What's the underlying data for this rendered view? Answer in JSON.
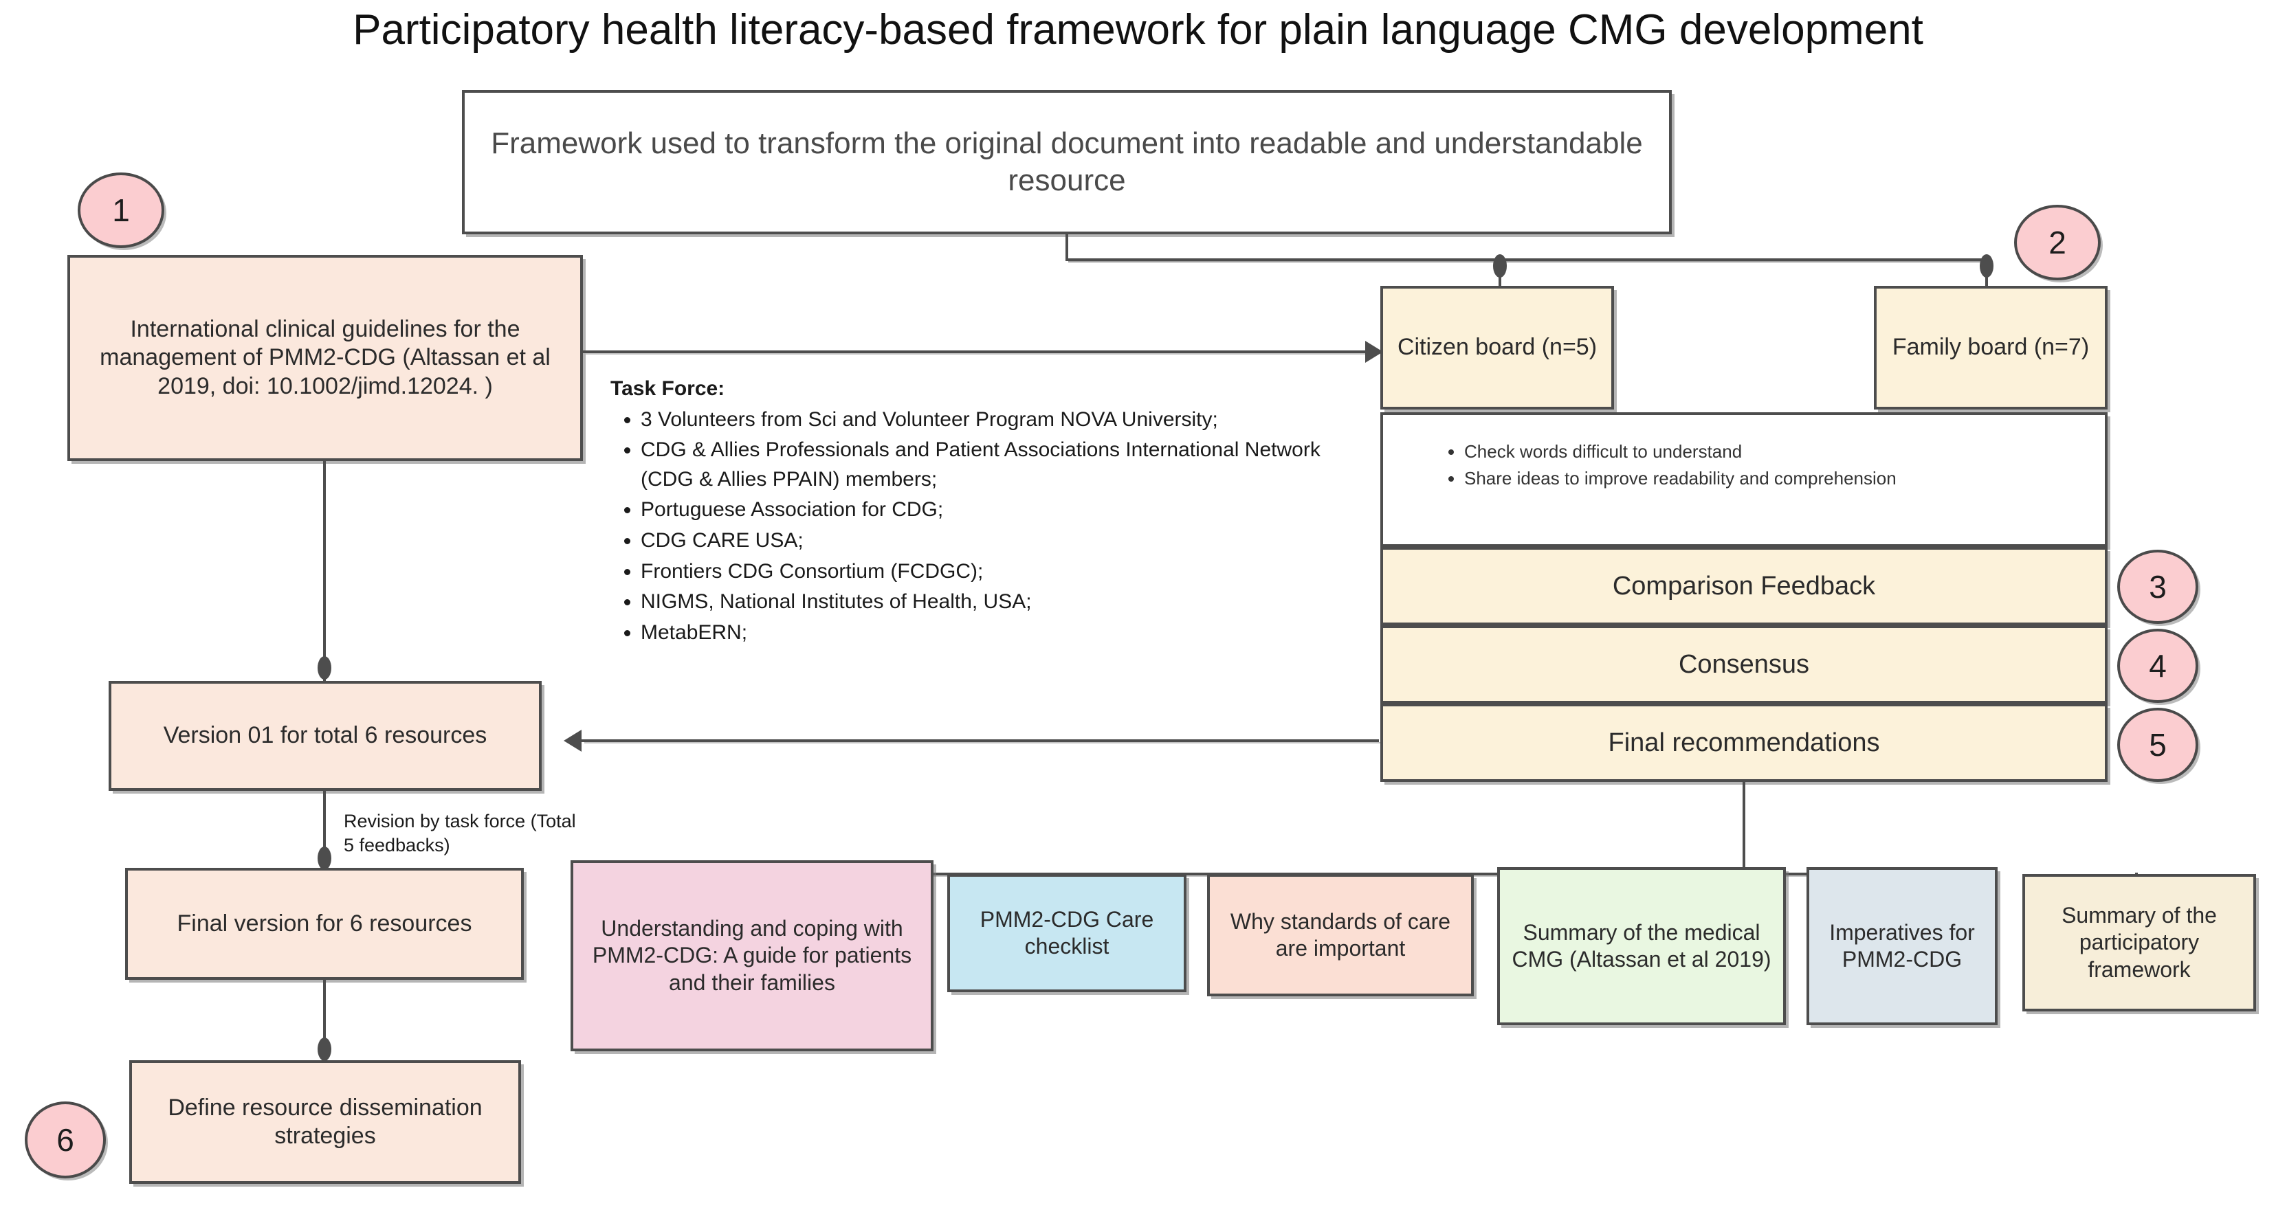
{
  "page": {
    "title": "Participatory health literacy-based framework for plain language CMG development"
  },
  "framework_note": {
    "text": "Framework used to transform the original document into readable and understandable resource"
  },
  "steps": {
    "one": "1",
    "two": "2",
    "three": "3",
    "four": "4",
    "five": "5",
    "six": "6"
  },
  "nodes": {
    "source_guidelines": "International clinical guidelines for the management of PMM2-CDG (Altassan et al 2019, doi: 10.1002/jimd.12024. )",
    "version01": "Version 01 for total 6 resources",
    "final_version": "Final version for 6 resources",
    "dissemination": "Define resource dissemination strategies",
    "citizen_board": "Citizen  board (n=5)",
    "family_board": "Family board (n=7)",
    "comparison_feedback": "Comparison Feedback",
    "consensus": "Consensus",
    "final_recommendations": "Final recommendations"
  },
  "task_force": {
    "heading": "Task Force:",
    "items": [
      "3 Volunteers from Sci and Volunteer Program NOVA University;",
      "CDG & Allies Professionals and Patient Associations International Network (CDG & Allies PPAIN) members;",
      "Portuguese Association for CDG;",
      "CDG CARE USA;",
      "Frontiers CDG Consortium (FCDGC);",
      "NIGMS, National Institutes of Health, USA;",
      "MetabERN;"
    ]
  },
  "board_tasks": {
    "items": [
      "Check words difficult to understand",
      "Share  ideas to improve readability and comprehension"
    ]
  },
  "edge_labels": {
    "revision": "Revision by task force (Total 5 feedbacks)"
  },
  "resources": [
    {
      "label": "Understanding and coping with PMM2-CDG: A guide for patients and their families",
      "color": "#f4d3e0"
    },
    {
      "label": "PMM2-CDG Care checklist",
      "color": "#c7e7f2"
    },
    {
      "label": "Why standards of care are important",
      "color": "#fbdfd4"
    },
    {
      "label": "Summary of the medical CMG (Altassan et al 2019)",
      "color": "#e9f7e1"
    },
    {
      "label": "Imperatives for PMM2-CDG",
      "color": "#dde6ec"
    },
    {
      "label": "Summary of the participatory framework",
      "color": "#f7eed9"
    }
  ],
  "colors": {
    "stroke": "#4d4d4d",
    "peach": "#fbe8dd",
    "cream": "#fcf2da",
    "badge": "#fbcdd0",
    "background": "#ffffff"
  }
}
